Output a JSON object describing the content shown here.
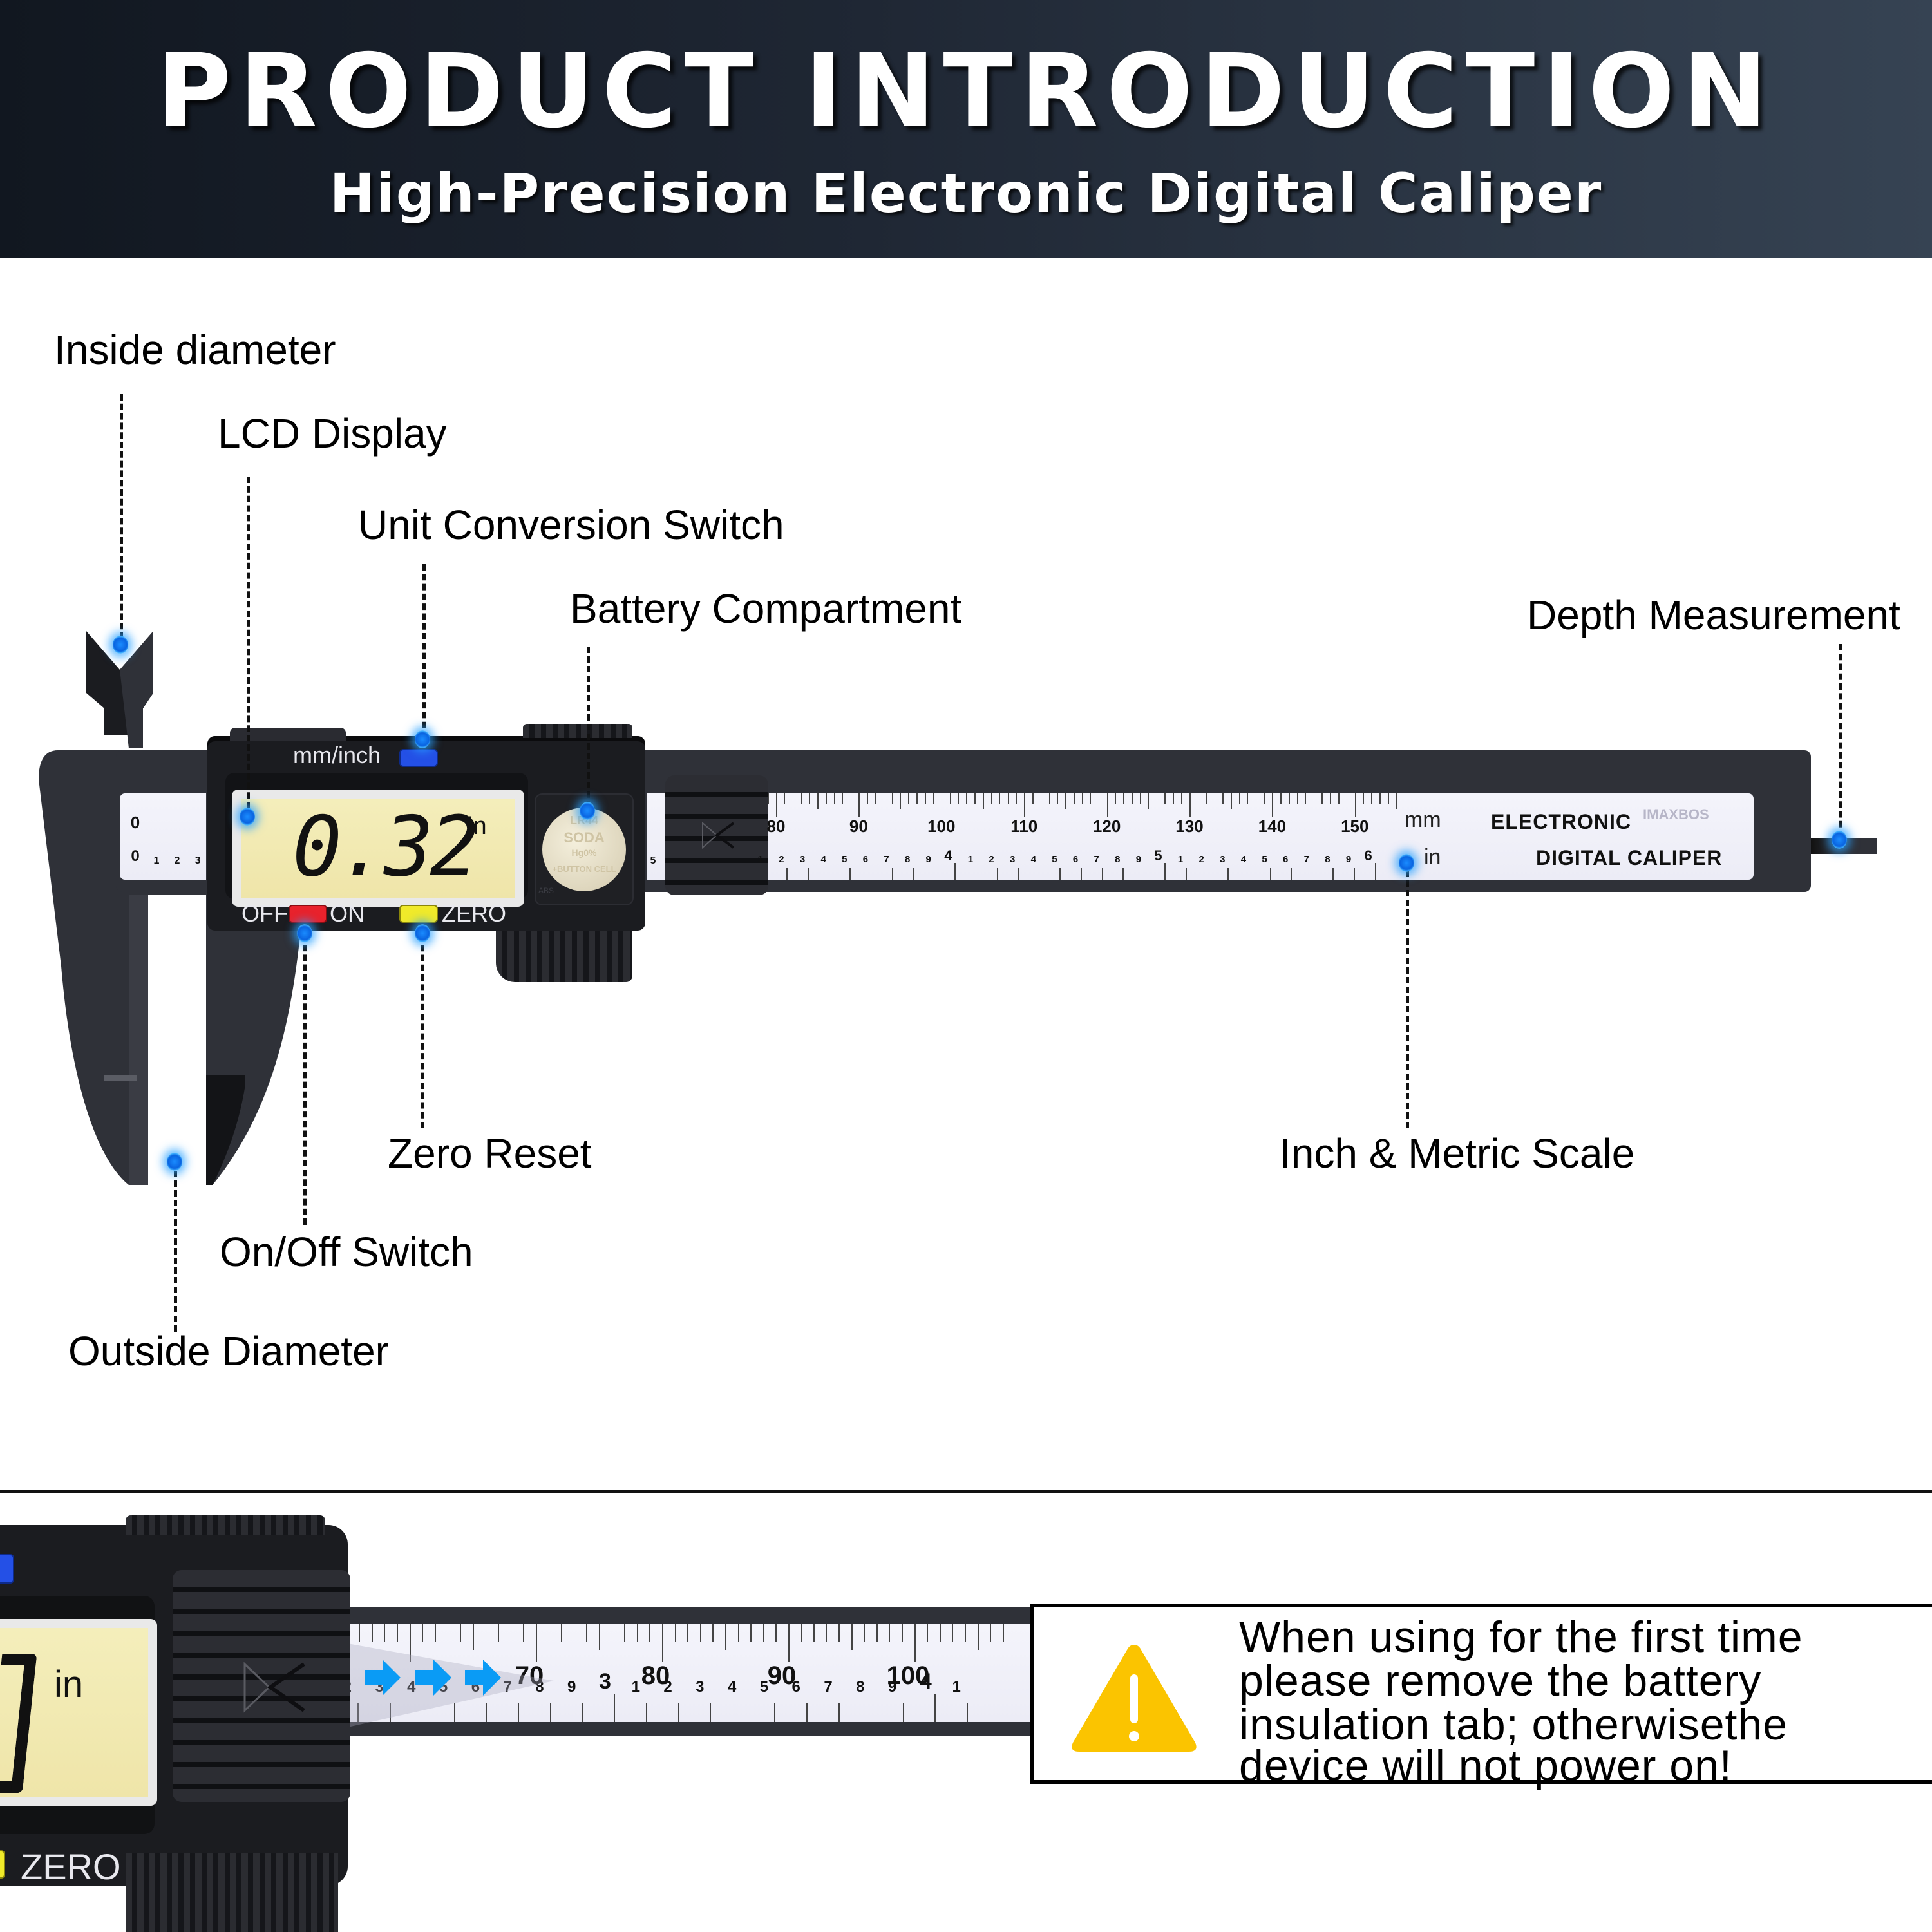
{
  "header": {
    "title": "PRODUCT INTRODUCTION",
    "subtitle": "High-Precision Electronic Digital Caliper"
  },
  "callouts": {
    "inside_diameter": "Inside diameter",
    "lcd_display": "LCD Display",
    "unit_conversion_switch": "Unit Conversion Switch",
    "battery_compartment": "Battery Compartment",
    "depth_measurement": "Depth Measurement",
    "zero_reset": "Zero Reset",
    "inch_metric_scale": "Inch & Metric Scale",
    "on_off_switch": "On/Off Switch",
    "outside_diameter": "Outside Diameter"
  },
  "caliper": {
    "unit_button_label": "mm/inch",
    "reading": "0.32",
    "reading_unit": "in",
    "off_label": "OFF",
    "on_label": "ON",
    "zero_label": "ZERO",
    "battery_text": [
      "LR44",
      "SODA",
      "+BUTTON CELL",
      "Hg0%"
    ],
    "abs_label": "ABS",
    "colors": {
      "unit_button": "#2450e6",
      "power_button": "#e8222c",
      "zero_button": "#f0ea2a",
      "lcd": "#f1e8ae",
      "body": "#2f3138",
      "glow": "#1a8cff"
    },
    "start_scale": {
      "metric_zero": "0",
      "inch_zero": "0",
      "inch_subdivisions": [
        "1",
        "2",
        "3"
      ]
    },
    "metric_scale": {
      "unit": "mm",
      "labels": [
        "80",
        "90",
        "100",
        "110",
        "120",
        "130",
        "140",
        "150"
      ]
    },
    "inch_scale": {
      "unit": "in",
      "hidden_edge_label": "5",
      "major_labels": [
        "4",
        "5",
        "6"
      ],
      "subdivisions": [
        "1",
        "2",
        "3",
        "4",
        "5",
        "6",
        "7",
        "8",
        "9"
      ]
    },
    "brand_line1": "ELECTRONIC",
    "brand_line2": "DIGITAL CALIPER",
    "brand_name": "IMAXBOS"
  },
  "closeup": {
    "reading_unit": "in",
    "zero_label": "ZERO",
    "metric_labels": [
      "70",
      "80",
      "90",
      "100"
    ],
    "inch_major_labels": [
      "3",
      "4"
    ],
    "inch_leading_subdivisions": [
      "2",
      "3",
      "4",
      "5",
      "6",
      "7",
      "8",
      "9"
    ],
    "inch_subdivisions": [
      "1",
      "2",
      "3",
      "4",
      "5",
      "6",
      "7",
      "8",
      "9"
    ],
    "inch_trailing_label": "1",
    "arrow_count": 3,
    "arrow_color": "#0a9bf5"
  },
  "warning": {
    "icon": "warning-triangle-icon",
    "icon_color": "#fbc400",
    "lines": [
      "When using for the first time",
      "please remove the battery",
      "insulation tab; otherwisethe",
      "device will not power on!"
    ]
  }
}
